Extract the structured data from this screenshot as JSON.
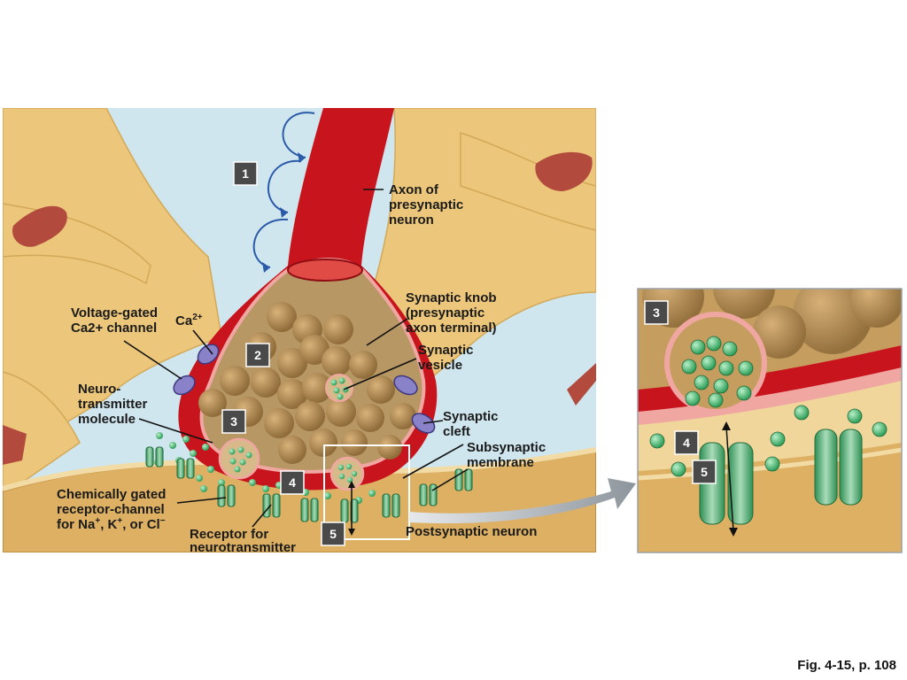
{
  "labels": {
    "axon": [
      "Axon of",
      "presynaptic",
      "neuron"
    ],
    "knob": [
      "Synaptic knob",
      "(presynaptic",
      "axon terminal)"
    ],
    "vesicle": [
      "Synaptic",
      "vesicle"
    ],
    "cleft": [
      "Synaptic",
      "cleft"
    ],
    "subsynaptic": [
      "Subsynaptic",
      "membrane"
    ],
    "postsynaptic": "Postsynaptic neuron",
    "vgated": [
      "Voltage-gated",
      "Ca2+ channel"
    ],
    "ca": "Ca",
    "ca_sup": "2+",
    "neurotransmitter": [
      "Neuro-",
      "transmitter",
      "molecule"
    ],
    "chem_gated": [
      "Chemically gated",
      "receptor-channel"
    ],
    "ions_prefix": "for Na",
    "ions_sup": "+",
    "ions_mid": ", K",
    "ions_sup2": "+",
    "ions_end": ", or Cl",
    "ions_sup3": "−",
    "receptor": [
      "Receptor for",
      "neurotransmitter"
    ]
  },
  "steps": {
    "main": [
      "1",
      "2",
      "3",
      "4",
      "5"
    ],
    "inset": [
      "3",
      "4",
      "5"
    ]
  },
  "caption": "Fig. 4-15, p. 108",
  "colors": {
    "axon": "#c8141c",
    "glia": "#ecc67a",
    "background": "#cfe6ee",
    "vesicle": "#b8925a",
    "receptor": "#5fb07a",
    "channel": "#8a82c8"
  }
}
